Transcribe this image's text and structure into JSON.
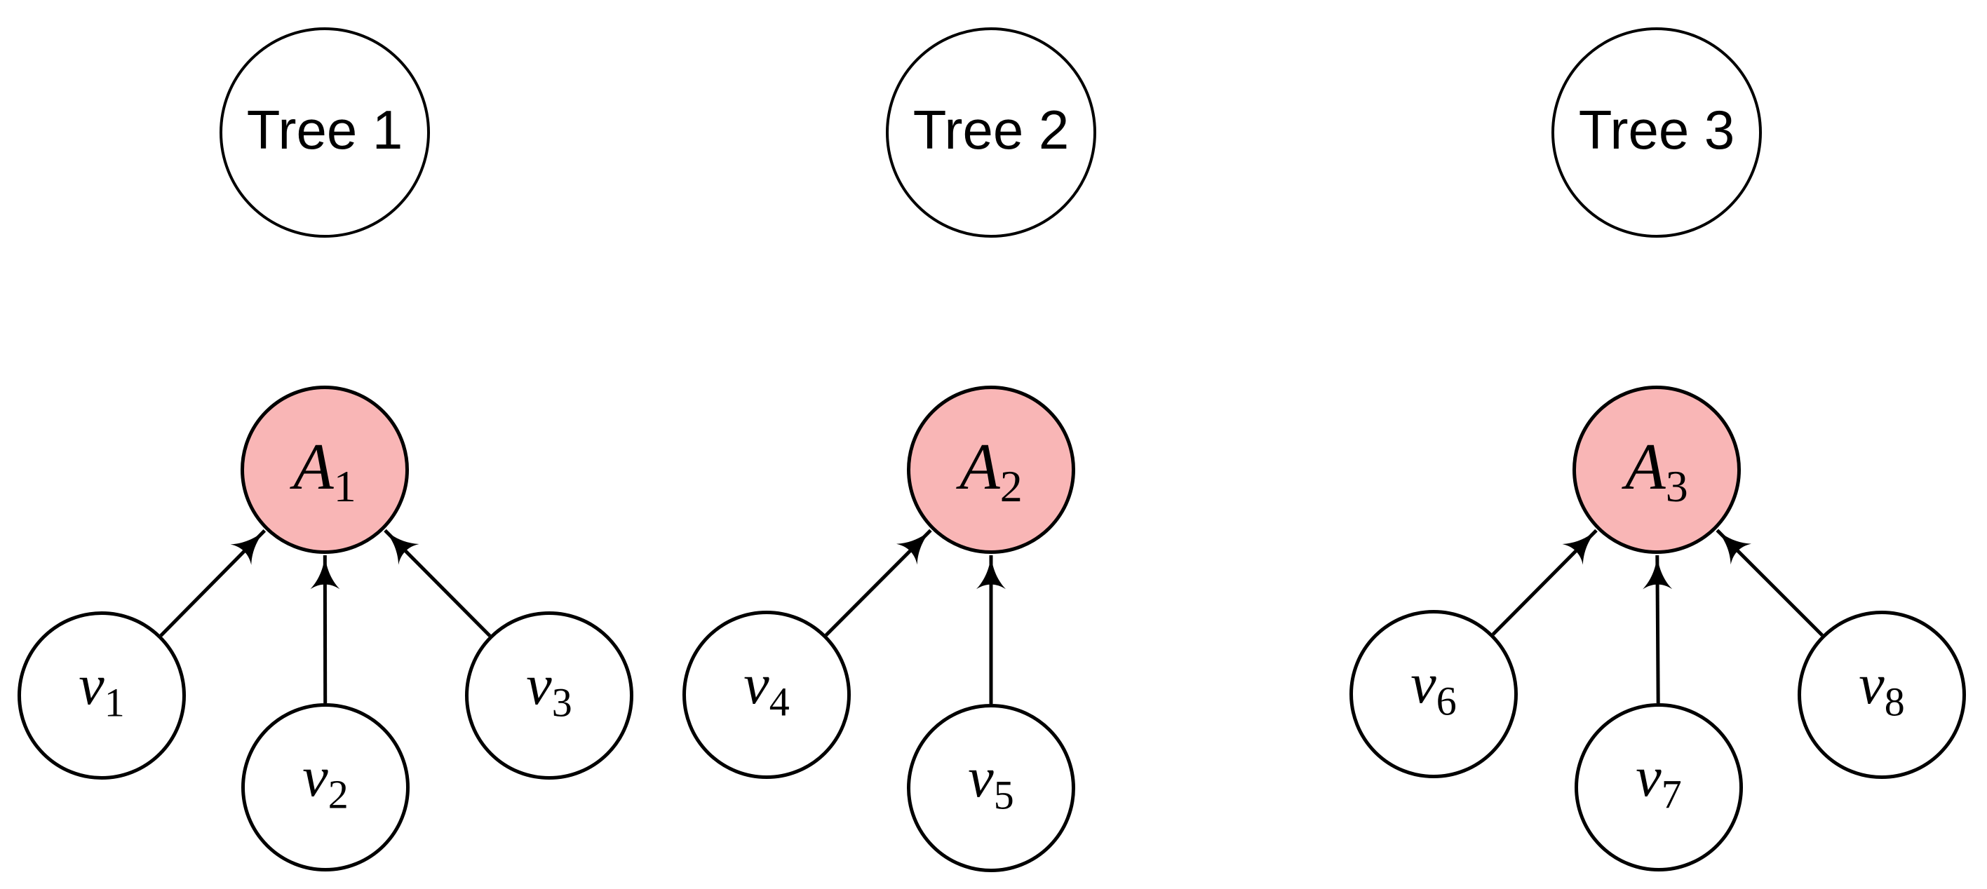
{
  "figure": {
    "description": "Three rooted trees; leaf vertices point into a highlighted aggregate node",
    "colors": {
      "background": "#ffffff",
      "node_fill": "#ffffff",
      "aggregate_fill": "#f9b6b6",
      "stroke": "#000000"
    },
    "trees": [
      {
        "title": "Tree 1",
        "root": {
          "main": "A",
          "sub": "1"
        },
        "leaves": [
          {
            "main": "v",
            "sub": "1"
          },
          {
            "main": "v",
            "sub": "2"
          },
          {
            "main": "v",
            "sub": "3"
          }
        ]
      },
      {
        "title": "Tree 2",
        "root": {
          "main": "A",
          "sub": "2"
        },
        "leaves": [
          {
            "main": "v",
            "sub": "4"
          },
          {
            "main": "v",
            "sub": "5"
          }
        ]
      },
      {
        "title": "Tree 3",
        "root": {
          "main": "A",
          "sub": "3"
        },
        "leaves": [
          {
            "main": "v",
            "sub": "6"
          },
          {
            "main": "v",
            "sub": "7"
          },
          {
            "main": "v",
            "sub": "8"
          }
        ]
      }
    ],
    "edges": [
      {
        "from": "v1",
        "to": "A1"
      },
      {
        "from": "v2",
        "to": "A1"
      },
      {
        "from": "v3",
        "to": "A1"
      },
      {
        "from": "v4",
        "to": "A2"
      },
      {
        "from": "v5",
        "to": "A2"
      },
      {
        "from": "v6",
        "to": "A3"
      },
      {
        "from": "v7",
        "to": "A3"
      },
      {
        "from": "v8",
        "to": "A3"
      }
    ]
  }
}
